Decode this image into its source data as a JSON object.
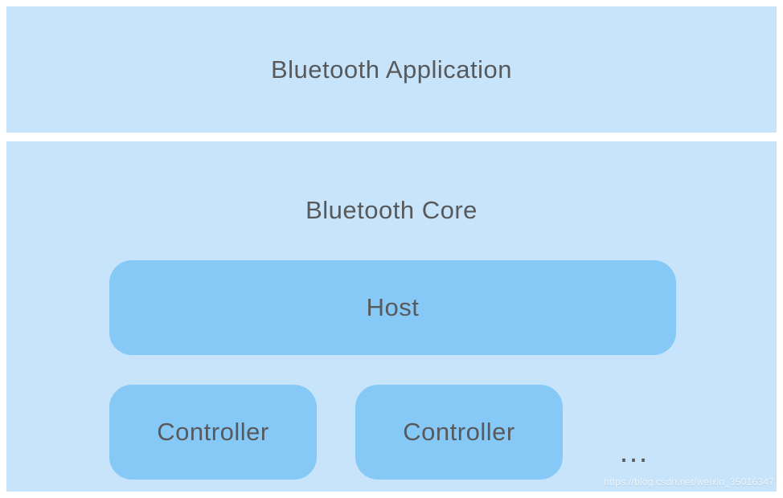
{
  "diagram": {
    "app_layer": {
      "label": "Bluetooth Application"
    },
    "core_layer": {
      "label": "Bluetooth Core",
      "host": {
        "label": "Host"
      },
      "controllers": [
        {
          "label": "Controller"
        },
        {
          "label": "Controller"
        }
      ],
      "ellipsis": "…"
    },
    "watermark": "https://blog.csdn.net/weixin_35016347",
    "colors": {
      "layer_bg": "#c7e4fb",
      "block_bg": "#86c9f7",
      "text": "#58595b",
      "canvas_bg": "#ffffff"
    }
  }
}
